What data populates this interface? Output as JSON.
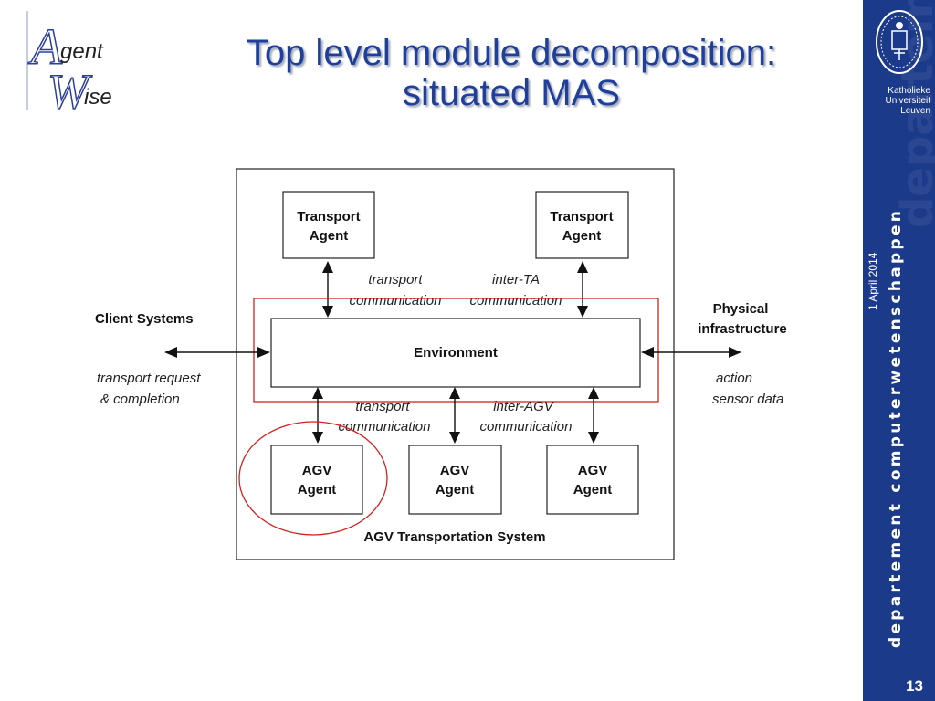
{
  "logo": {
    "text_top": "gent",
    "text_bottom": "ise",
    "letters": [
      "A",
      "W"
    ]
  },
  "title": {
    "line1": "Top level module decomposition:",
    "line2": "situated MAS"
  },
  "diagram": {
    "transport_agent_1": {
      "line1": "Transport",
      "line2": "Agent"
    },
    "transport_agent_2": {
      "line1": "Transport",
      "line2": "Agent"
    },
    "upper_label_left": {
      "line1": "transport",
      "line2": "communication"
    },
    "upper_label_right": {
      "line1": "inter-TA",
      "line2": "communication"
    },
    "environment": "Environment",
    "client_systems": "Client Systems",
    "client_label": {
      "line1": "transport request",
      "line2": "& completion"
    },
    "physical_infrastructure": {
      "line1": "Physical",
      "line2": "infrastructure"
    },
    "physical_label": {
      "line1": "action",
      "line2": "sensor data"
    },
    "lower_label_left": {
      "line1": "transport",
      "line2": "communication"
    },
    "lower_label_right": {
      "line1": "inter-AGV",
      "line2": "communication"
    },
    "agv_agent_1": {
      "line1": "AGV",
      "line2": "Agent"
    },
    "agv_agent_2": {
      "line1": "AGV",
      "line2": "Agent"
    },
    "agv_agent_3": {
      "line1": "AGV",
      "line2": "Agent"
    },
    "system_label": "AGV Transportation System",
    "highlight_color": "#d42020"
  },
  "sidebar": {
    "background": "#1c3a8a",
    "university": {
      "line1": "Katholieke",
      "line2": "Universiteit",
      "line3": "Leuven"
    },
    "department": "departement computerwetenschappen",
    "date": "1 April 2014",
    "page_number": "13"
  }
}
